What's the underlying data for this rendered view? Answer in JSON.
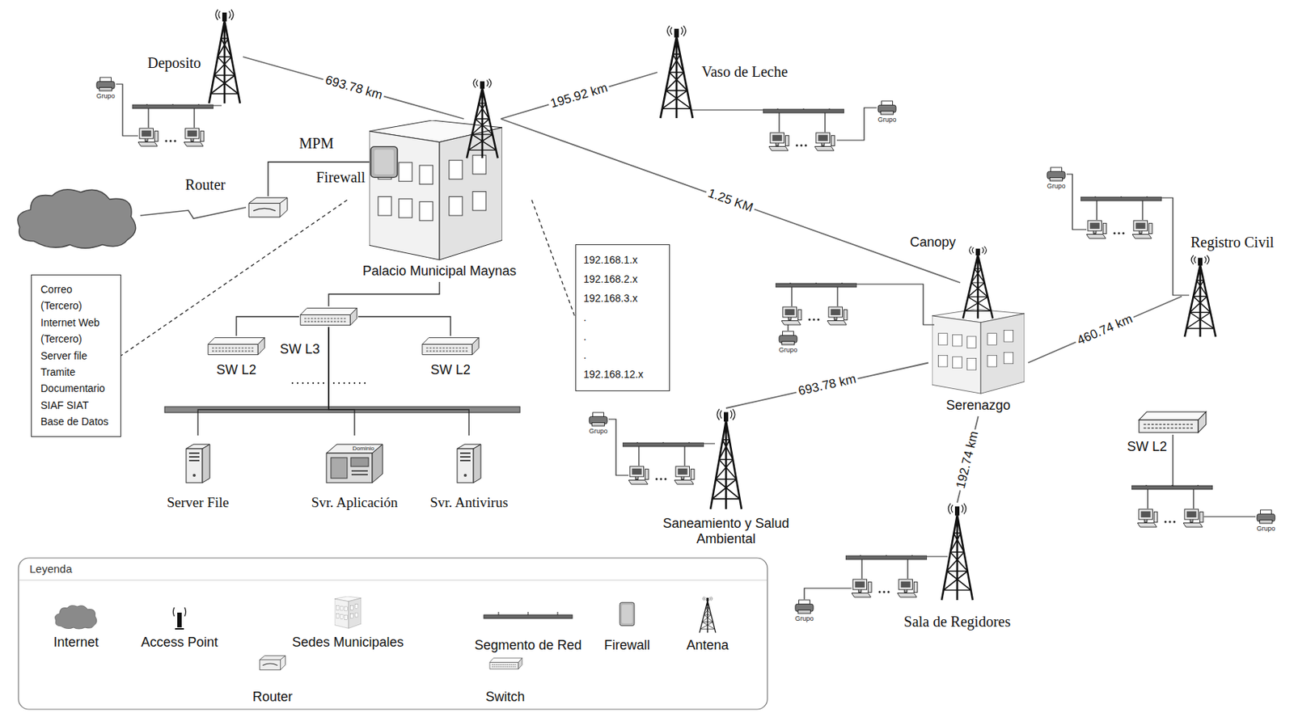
{
  "diagram": {
    "nodes": [
      {
        "text": [
          "Deposito"
        ]
      },
      {
        "text": [
          "MPM"
        ]
      },
      {
        "text": [
          "Vaso de Leche"
        ]
      },
      {
        "text": [
          "Router"
        ]
      },
      {
        "text": [
          "Palacio Municipal Maynas"
        ]
      },
      {
        "text": [
          "Firewall"
        ],
        "in": 4
      },
      {
        "text": [
          "Correo (Tercero) Internet Web (Tercero) Server file Tramite Documentario SIAF SIAT Base de Datos"
        ]
      },
      {
        "text": [
          "192.168.1.x 192.168.2.x 192.168.3.x . . . 192.168.12.x"
        ]
      },
      {
        "text": [
          "SW L3"
        ]
      },
      {
        "text": [
          "SW L2"
        ]
      },
      {
        "text": [
          "SW L2"
        ]
      },
      {
        "text": [
          "Server File"
        ]
      },
      {
        "text": [
          "Svr. Aplicación"
        ]
      },
      {
        "text": [
          "Svr. Antivirus"
        ]
      },
      {
        "text": [
          "Canopy"
        ]
      },
      {
        "text": [
          "Serenazgo"
        ]
      },
      {
        "text": [
          "Registro Civil"
        ]
      },
      {
        "text": [
          "Saneamiento y Salud Ambiental"
        ]
      },
      {
        "text": [
          "Sala de Regidores"
        ]
      },
      {
        "text": [
          "SW L2"
        ]
      }
    ],
    "edges": [
      {
        "from": 0,
        "to": 1,
        "label": "693.78 km",
        "arrow": "none"
      },
      {
        "from": 1,
        "to": 2,
        "label": "195.92 km",
        "arrow": "none"
      },
      {
        "from": 1,
        "to": 14,
        "label": "1.25 KM",
        "arrow": "none"
      },
      {
        "from": 15,
        "to": 16,
        "label": "460.74 km",
        "arrow": "none"
      },
      {
        "from": 15,
        "to": 17,
        "label": "693.78 km",
        "arrow": "none"
      },
      {
        "from": 15,
        "to": 18,
        "label": "192.74 km",
        "arrow": "none"
      },
      {
        "from": 3,
        "to": 5,
        "arrow": "none"
      },
      {
        "from": 4,
        "to": 8,
        "arrow": "none"
      },
      {
        "from": 8,
        "to": 9,
        "arrow": "none"
      },
      {
        "from": 8,
        "to": 10,
        "arrow": "none"
      },
      {
        "from": 8,
        "to": 11,
        "arrow": "none"
      },
      {
        "from": 8,
        "to": 12,
        "arrow": "none"
      },
      {
        "from": 8,
        "to": 13,
        "arrow": "none"
      },
      {
        "from": 4,
        "to": 6,
        "arrow": "none"
      },
      {
        "from": 4,
        "to": 7,
        "arrow": "none"
      }
    ],
    "labels": [
      "Grupo",
      "Grupo",
      "Grupo",
      "Grupo",
      "Dominio",
      "Grupo",
      "Grupo",
      "Grupo",
      "Leyenda"
    ],
    "legend": [
      {
        "text": "Internet"
      },
      {
        "text": "Access Point"
      },
      {
        "text": "Sedes Municipales"
      },
      {
        "text": "Segmento de Red"
      },
      {
        "text": "Firewall"
      },
      {
        "text": "Antena"
      },
      {
        "text": "Router"
      },
      {
        "text": "Switch"
      }
    ]
  }
}
